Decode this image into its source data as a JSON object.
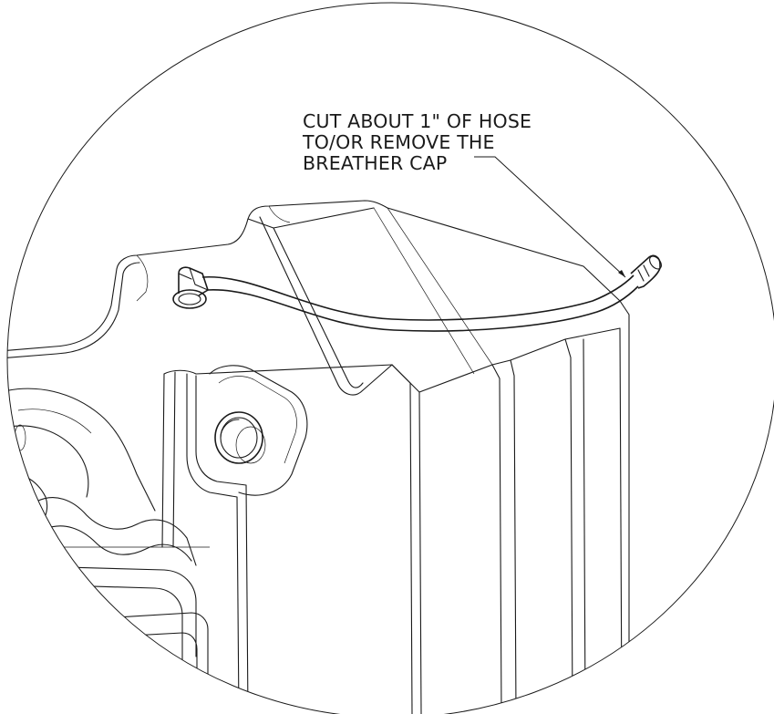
{
  "callout": {
    "line1": "CUT ABOUT 1\" OF HOSE",
    "line2": "TO/OR REMOVE THE",
    "line3": "BREATHER CAP"
  },
  "colors": {
    "ink": "#1a1a1a",
    "background": "#ffffff"
  },
  "icons": {
    "detail_view": "detail-circle",
    "fitting": "elbow-fitting",
    "hose": "breather-hose",
    "cap": "breather-cap",
    "plug": "drain-plug"
  }
}
